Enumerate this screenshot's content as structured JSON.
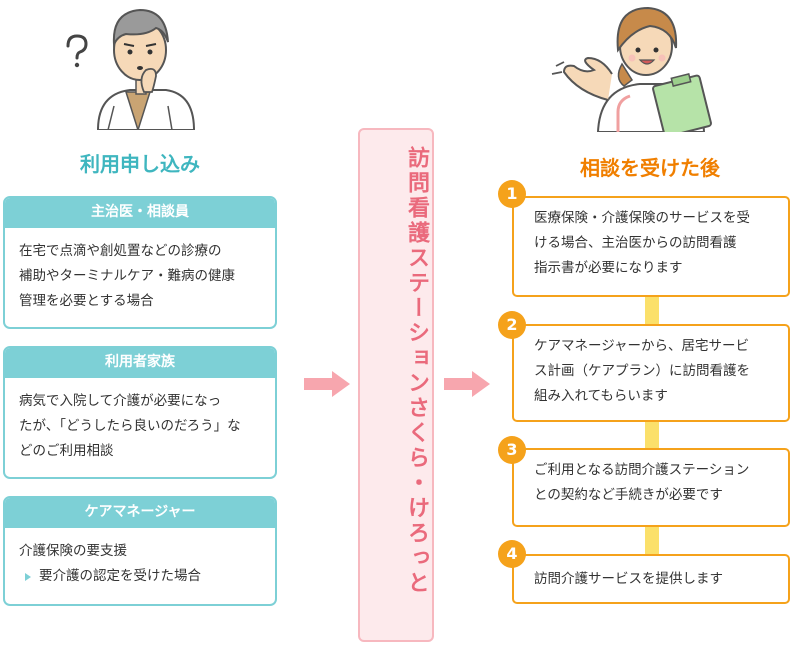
{
  "left": {
    "heading": "利用申し込み",
    "cards": [
      {
        "title": "主治医・相談員",
        "lines": [
          "在宅で点滴や創処置などの診療の",
          "補助やターミナルケア・難病の健康",
          "管理を必要とする場合"
        ]
      },
      {
        "title": "利用者家族",
        "lines": [
          "病気で入院して介護が必要になっ",
          "たが、「どうしたら良いのだろう」な",
          "どのご利用相談"
        ]
      },
      {
        "title": "ケアマネージャー",
        "lines": [
          "介護保険の要支援"
        ],
        "sub_item": "要介護の認定を受けた場合"
      }
    ]
  },
  "center": {
    "label": "訪問看護ステーションさくら・けろっと"
  },
  "right": {
    "heading": "相談を受けた後",
    "steps": [
      {
        "number": "1",
        "lines": [
          "医療保険・介護保険のサービスを受",
          "ける場合、主治医からの訪問看護",
          "指示書が必要になります"
        ]
      },
      {
        "number": "2",
        "lines": [
          "ケアマネージャーから、居宅サービ",
          "ス計画（ケアプラン）に訪問看護を",
          "組み入れてもらいます"
        ]
      },
      {
        "number": "3",
        "lines": [
          "ご利用となる訪問介護ステーション",
          "との契約など手続きが必要です"
        ]
      },
      {
        "number": "4",
        "lines": [
          "訪問介護サービスを提供します"
        ]
      }
    ]
  },
  "colors": {
    "teal": "#7dd0d6",
    "teal_text": "#3fb6bf",
    "orange": "#f5a21b",
    "orange_text": "#f07f00",
    "pink": "#ea6a7c",
    "pink_bg": "#fdeaec",
    "arrow": "#f7a6ae",
    "connector": "#fbe06a"
  },
  "icons": {
    "left_person": "thinking-man-icon",
    "question": "question-mark-icon",
    "right_person": "nurse-with-clipboard-icon"
  }
}
